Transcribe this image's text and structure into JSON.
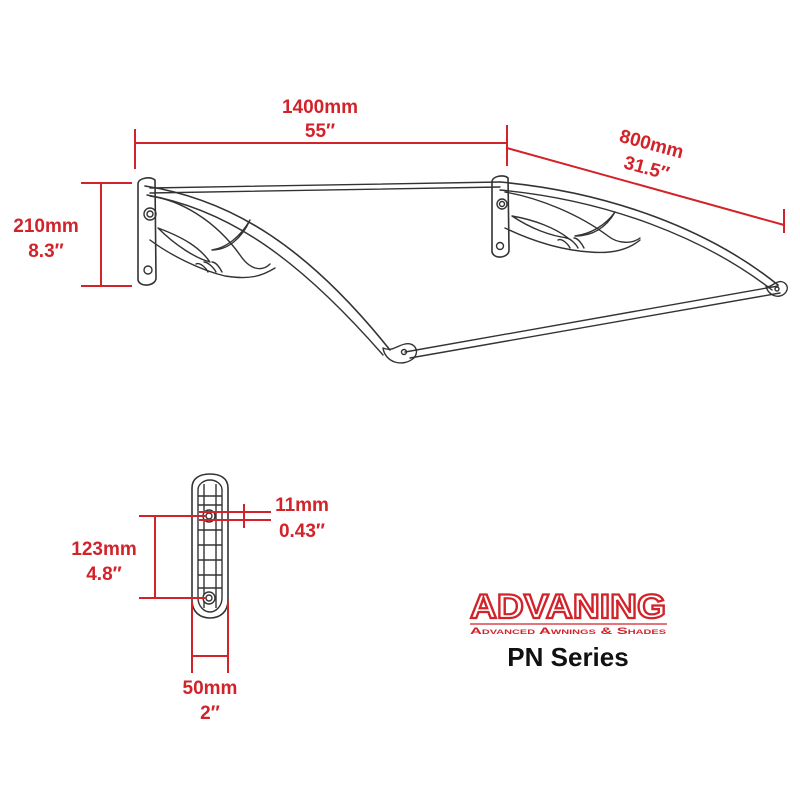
{
  "colors": {
    "dimension": "#d2232a",
    "outline": "#333333",
    "brand": "#d2232a",
    "series_text": "#111111"
  },
  "dimensions": {
    "width": {
      "metric": "1400mm",
      "imperial": "55″"
    },
    "depth": {
      "metric": "800mm",
      "imperial": "31.5″"
    },
    "height": {
      "metric": "210mm",
      "imperial": "8.3″"
    },
    "hole_diameter": {
      "metric": "11mm",
      "imperial": "0.43″"
    },
    "hole_spacing": {
      "metric": "123mm",
      "imperial": "4.8″"
    },
    "bracket_width": {
      "metric": "50mm",
      "imperial": "2″"
    }
  },
  "brand": {
    "name": "ADVANING",
    "tagline": "Advanced Awnings & Shades",
    "series": "PN Series"
  },
  "icons": {
    "awning": "awning-canopy-drawing",
    "bracket": "wall-bracket-front-drawing"
  }
}
